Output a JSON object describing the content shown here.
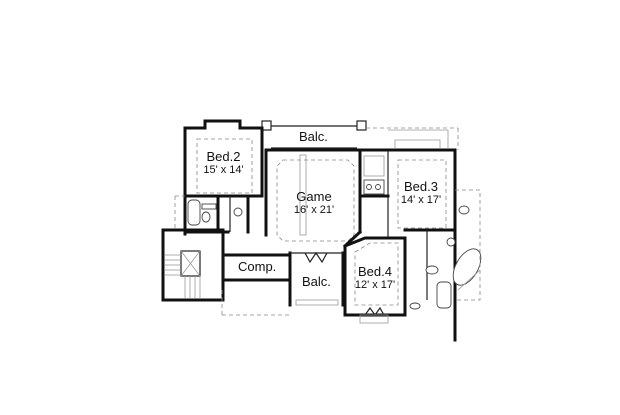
{
  "diagram": {
    "type": "floor-plan",
    "rooms": [
      {
        "name": "Balc.",
        "dimensions": "",
        "position": "top-center"
      },
      {
        "name": "Bed.2",
        "dimensions": "15' x 14'",
        "position": "top-left"
      },
      {
        "name": "Game",
        "dimensions": "16' x 21'",
        "position": "center"
      },
      {
        "name": "Bed.3",
        "dimensions": "14' x 17'",
        "position": "right"
      },
      {
        "name": "Comp.",
        "dimensions": "",
        "position": "lower-left"
      },
      {
        "name": "Balc.",
        "dimensions": "",
        "position": "lower-center"
      },
      {
        "name": "Bed.4",
        "dimensions": "12' x 17'",
        "position": "lower-right"
      }
    ],
    "colors": {
      "wall": "#111111",
      "dashed": "#888888",
      "background": "#ffffff"
    }
  }
}
